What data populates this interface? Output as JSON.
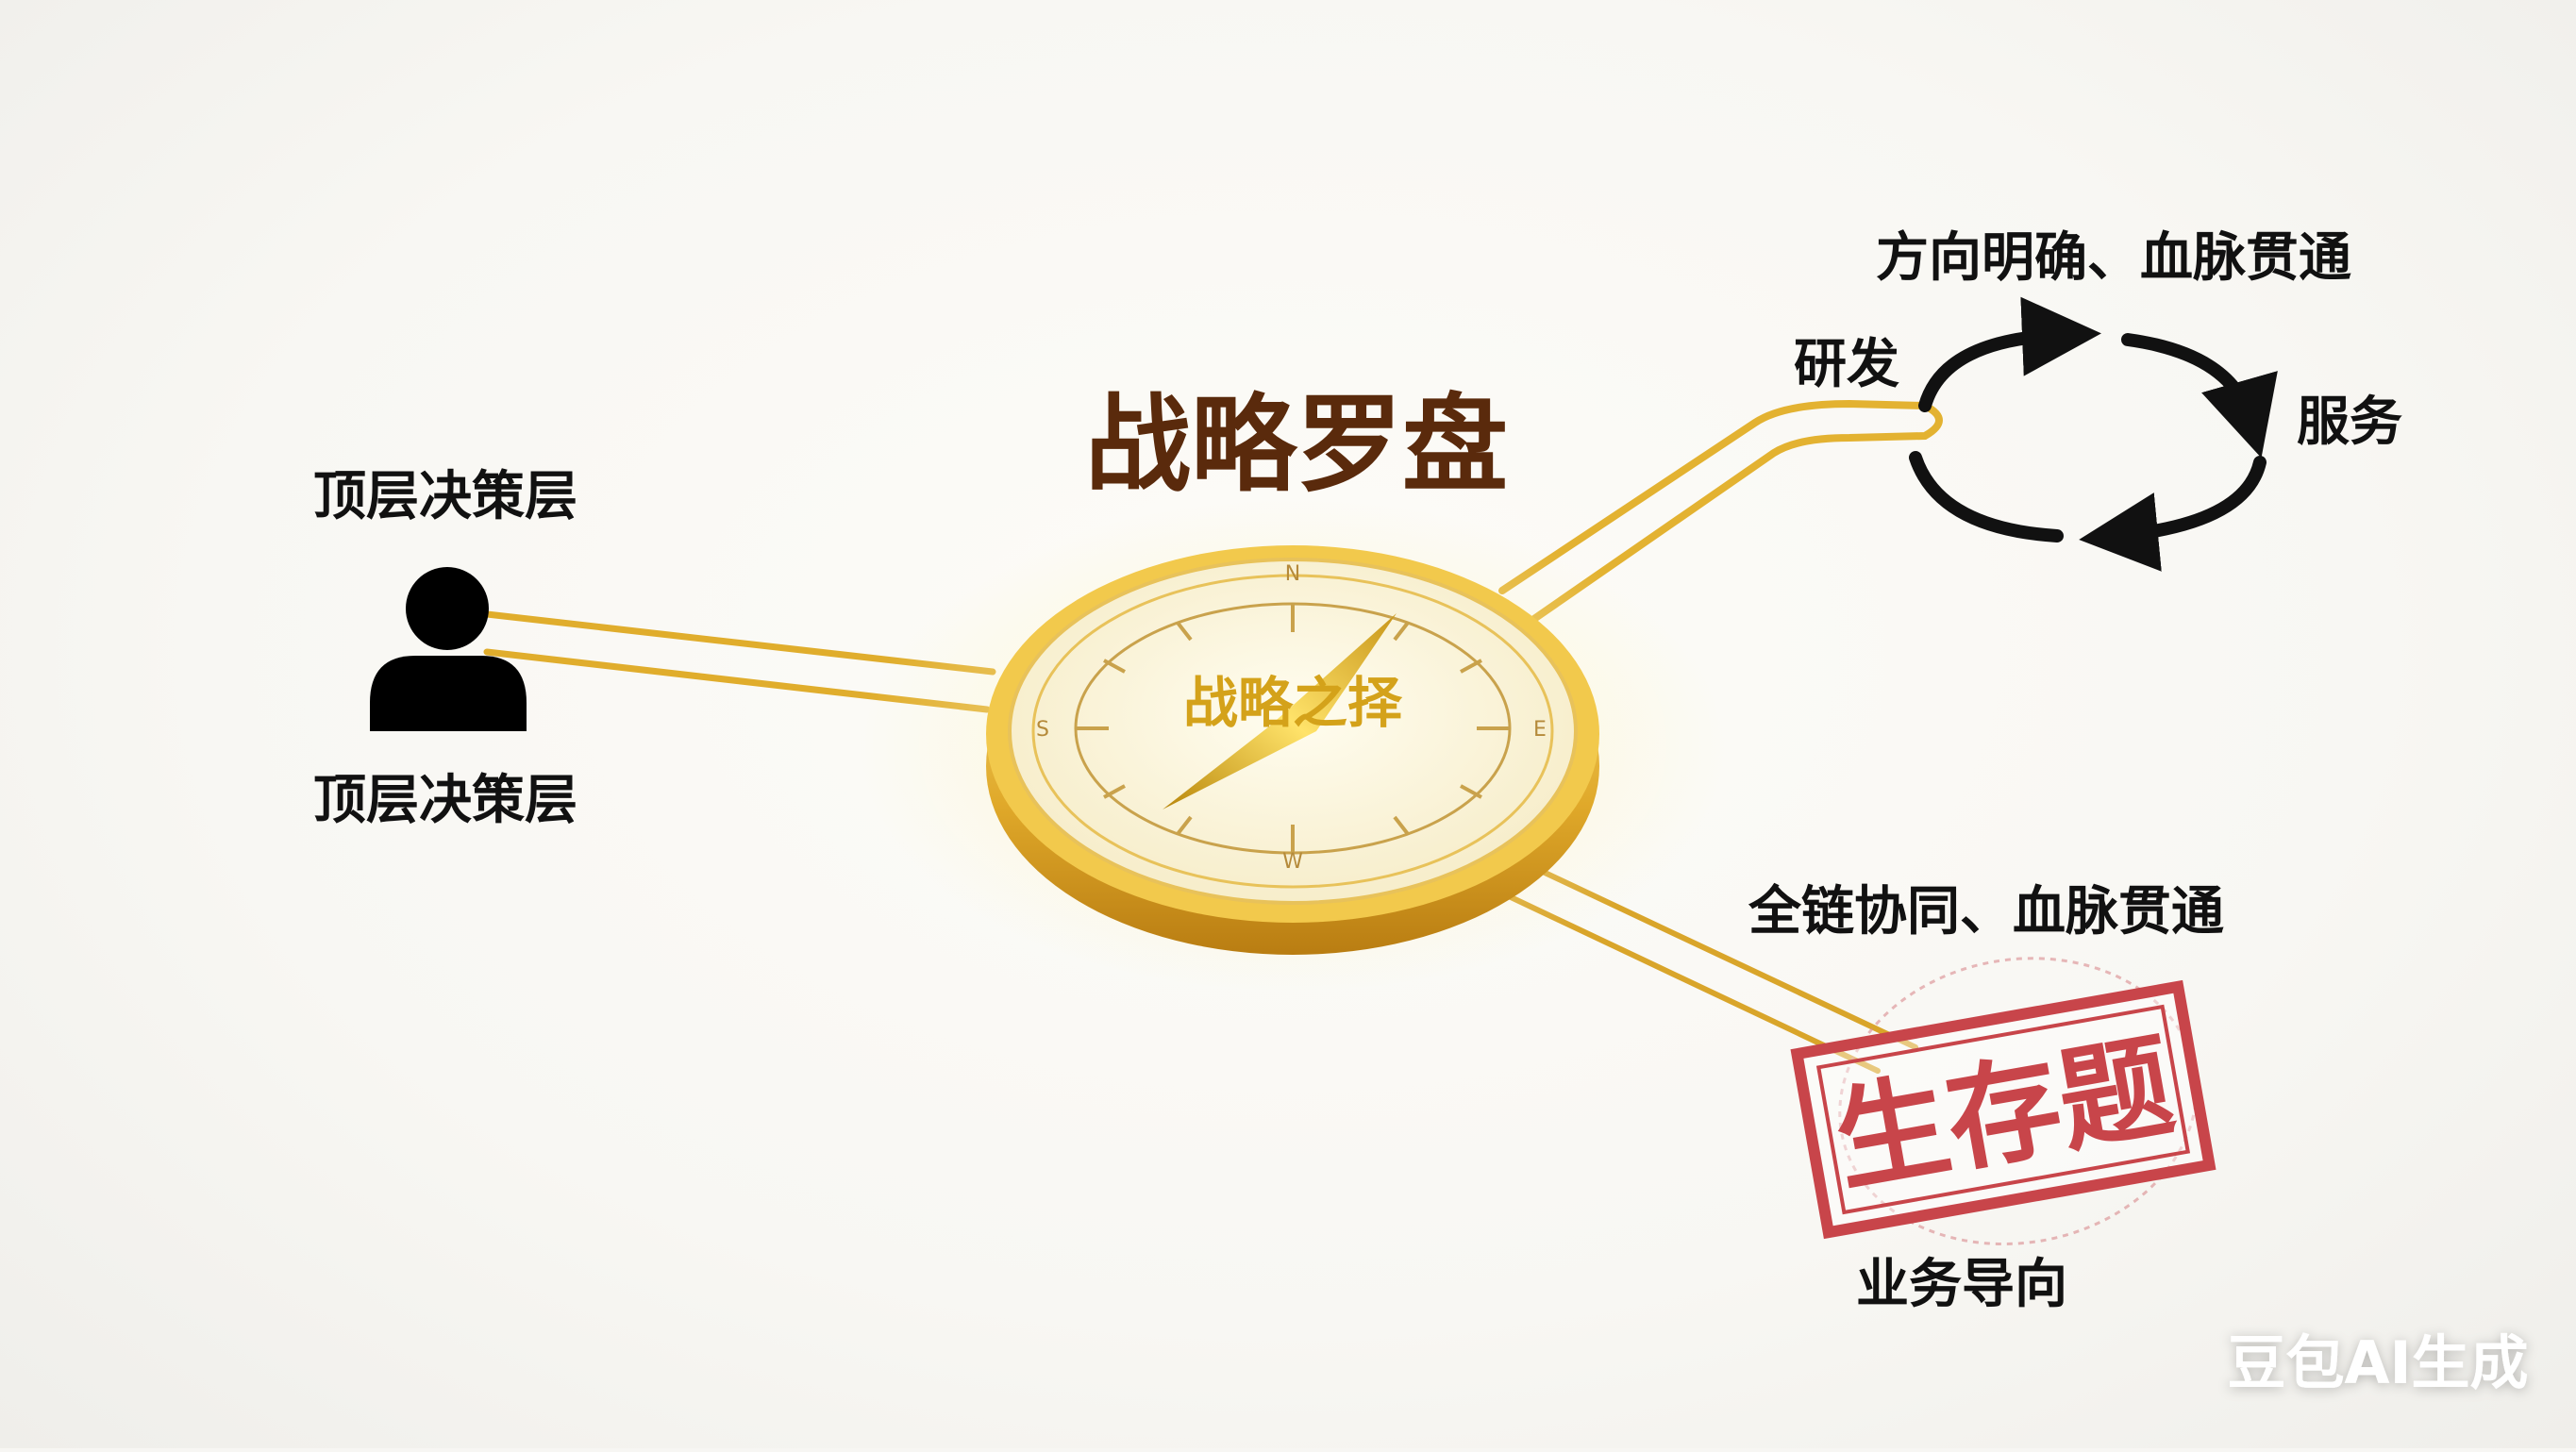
{
  "title": "战略罗盘",
  "compass": {
    "face_text": "战略之择",
    "directions": {
      "n": "N",
      "s": "S",
      "e": "E",
      "w": "W"
    }
  },
  "left_node": {
    "label_top": "顶层决策层",
    "label_bottom": "顶层决策层",
    "icon": "person-icon"
  },
  "top_right_node": {
    "heading": "方向明确、血脉贯通",
    "cycle_left": "研发",
    "cycle_right": "服务",
    "icon": "cycle-arrows-icon"
  },
  "bottom_right_node": {
    "heading": "全链协同、血脉贯通",
    "stamp": "生存题",
    "caption": "业务导向"
  },
  "watermark": "豆包AI生成",
  "colors": {
    "gold": "#e3b231",
    "title": "#5a2a0c",
    "stamp": "#c8454a"
  }
}
